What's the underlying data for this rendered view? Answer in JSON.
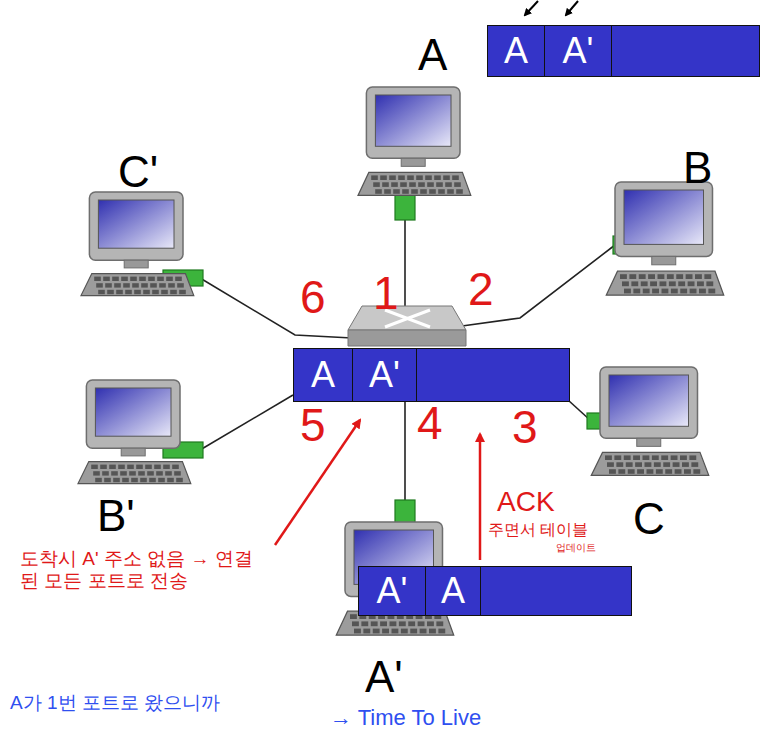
{
  "diagram": {
    "nodes": [
      {
        "text": [
          "A"
        ]
      },
      {
        "text": [
          "A",
          "A'"
        ]
      },
      {
        "text": [
          "B"
        ]
      },
      {
        "text": [
          "C'"
        ]
      },
      {
        "text": [
          "A",
          "A'"
        ]
      },
      {
        "text": [
          "C"
        ]
      },
      {
        "text": [
          "B'"
        ]
      },
      {
        "text": [
          "A'"
        ]
      },
      {
        "text": [
          "A'",
          "A"
        ]
      }
    ],
    "labels": [
      "6",
      "1",
      "2",
      "5",
      "4",
      "3",
      "도착시 A' 주소 없음 → 연결된 모든 포트로 전송",
      "ACK",
      "주면서 테이블",
      "업데이트",
      "A가 1번 포트로 왔으니까",
      "→ Time To Live"
    ]
  }
}
